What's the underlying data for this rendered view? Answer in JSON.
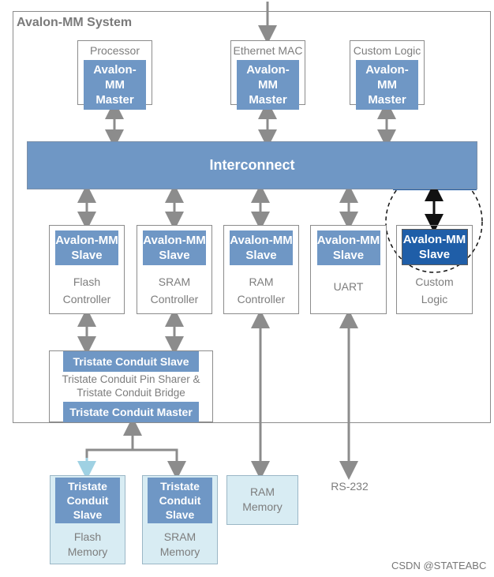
{
  "system": {
    "title": "Avalon-MM System"
  },
  "masters": [
    {
      "name": "Processor",
      "line1": "Avalon-MM",
      "line2": "Master"
    },
    {
      "name": "Ethernet MAC",
      "line1": "Avalon-MM",
      "line2": "Master"
    },
    {
      "name": "Custom Logic",
      "line1": "Avalon-MM",
      "line2": "Master"
    }
  ],
  "interconnect": {
    "label": "Interconnect"
  },
  "slaves": [
    {
      "line1": "Avalon-MM",
      "line2": "Slave",
      "name1": "Flash",
      "name2": "Controller"
    },
    {
      "line1": "Avalon-MM",
      "line2": "Slave",
      "name1": "SRAM",
      "name2": "Controller"
    },
    {
      "line1": "Avalon-MM",
      "line2": "Slave",
      "name1": "RAM",
      "name2": "Controller"
    },
    {
      "line1": "Avalon-MM",
      "line2": "Slave",
      "name1": "UART",
      "name2": ""
    },
    {
      "line1": "Avalon-MM",
      "line2": "Slave",
      "name1": "Custom",
      "name2": "Logic"
    }
  ],
  "tristate": {
    "slave_label": "Tristate Conduit Slave",
    "middle1": "Tristate Conduit Pin Sharer &",
    "middle2": "Tristate Conduit Bridge",
    "master_label": "Tristate Conduit Master"
  },
  "externals": [
    {
      "l1": "Tristate",
      "l2": "Conduit",
      "l3": "Slave",
      "n1": "Flash",
      "n2": "Memory"
    },
    {
      "l1": "Tristate",
      "l2": "Conduit",
      "l3": "Slave",
      "n1": "SRAM",
      "n2": "Memory"
    }
  ],
  "ram_memory": {
    "n1": "RAM",
    "n2": "Memory"
  },
  "rs232": {
    "label": "RS-232"
  },
  "watermark": {
    "text": "CSDN @STATEABC"
  },
  "colors": {
    "block_blue": "#6f97c5",
    "highlight_blue": "#1f5ea8",
    "external_fill": "#d8ecf3"
  }
}
